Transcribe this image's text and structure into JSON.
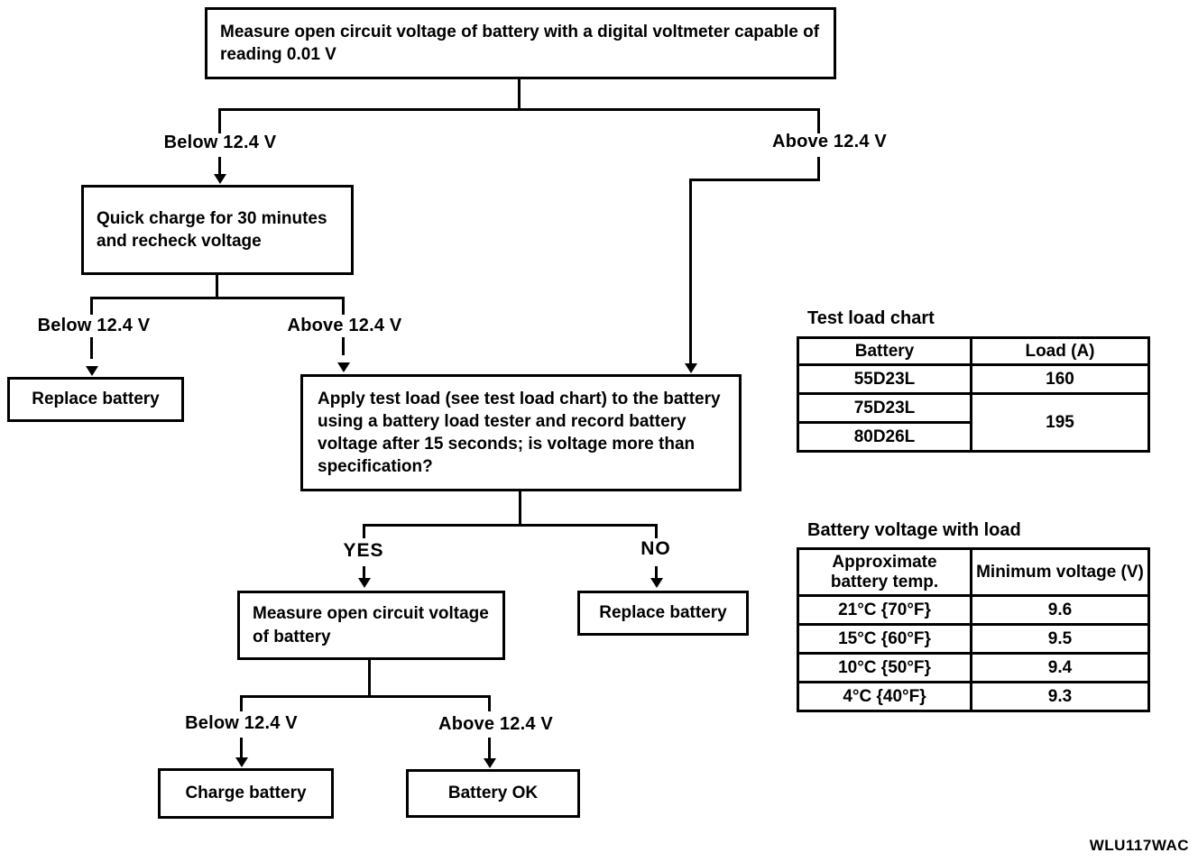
{
  "nodes": {
    "measure_ocv": "Measure open circuit voltage of battery with a digital voltmeter capable of reading 0.01 V",
    "quick_charge": "Quick charge for 30 minutes and recheck voltage",
    "replace_battery_left": "Replace battery",
    "apply_test_load": "Apply test load (see test load chart) to the battery using a battery load tester and record battery voltage after 15 seconds; is voltage more than specification?",
    "measure_ocv_again": "Measure open circuit voltage of battery",
    "replace_battery_no": "Replace battery",
    "charge_battery": "Charge battery",
    "battery_ok": "Battery OK"
  },
  "branch_labels": {
    "l1_below": "Below 12.4 V",
    "l1_above": "Above 12.4 V",
    "l2_below": "Below 12.4 V",
    "l2_above": "Above 12.4 V",
    "l3_yes": "YES",
    "l3_no": "NO",
    "l4_below": "Below 12.4 V",
    "l4_above": "Above 12.4 V"
  },
  "test_load_chart": {
    "title": "Test load chart",
    "headers": [
      "Battery",
      "Load (A)"
    ],
    "batteries": [
      "55D23L",
      "75D23L",
      "80D26L"
    ],
    "loads": [
      "160",
      "195"
    ]
  },
  "battery_voltage_with_load": {
    "title": "Battery voltage with load",
    "headers": [
      "Approximate battery temp.",
      "Minimum voltage (V)"
    ],
    "rows": [
      {
        "temp": "21°C {70°F}",
        "min_voltage": "9.6"
      },
      {
        "temp": "15°C {60°F}",
        "min_voltage": "9.5"
      },
      {
        "temp": "10°C {50°F}",
        "min_voltage": "9.4"
      },
      {
        "temp": "4°C {40°F}",
        "min_voltage": "9.3"
      }
    ]
  },
  "figure_code": "WLU117WAC",
  "colors": {
    "ink": "#000000",
    "paper": "#ffffff"
  }
}
